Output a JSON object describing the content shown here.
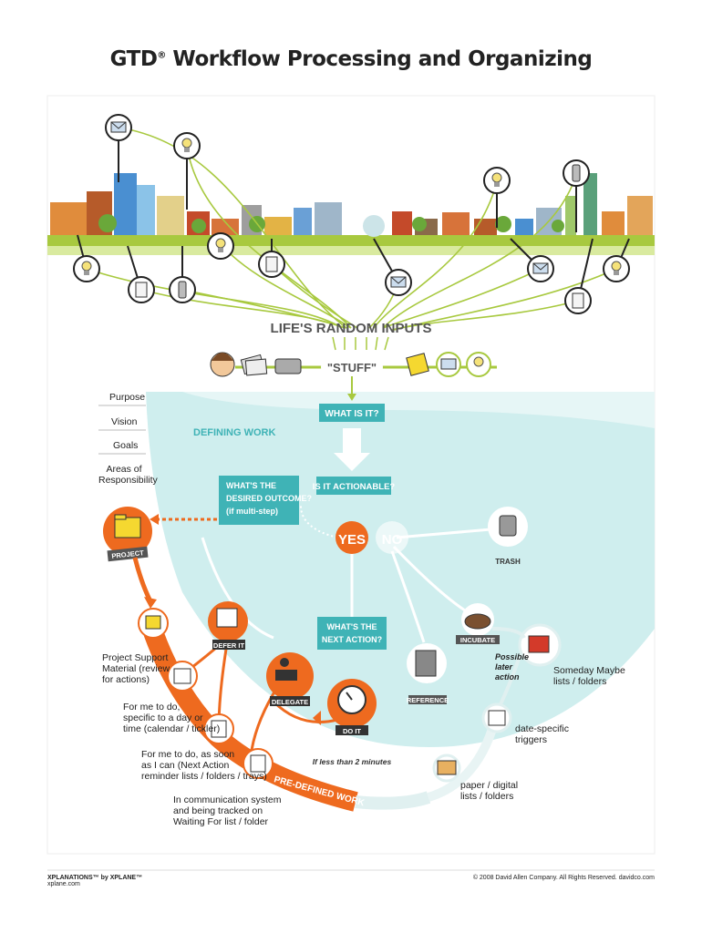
{
  "title": "GTD",
  "title_sup": "®",
  "title_rest": " Workflow Processing and Organizing",
  "banner_inputs": "LIFE'S RANDOM INPUTS",
  "stuff": "\"STUFF\"",
  "what_is_it": "WHAT IS IT?",
  "defining_work": "DEFINING WORK",
  "is_it_actionable": "IS IT ACTIONABLE?",
  "desired_outcome": [
    "WHAT'S THE",
    "DESIRED OUTCOME?",
    "(if multi-step)"
  ],
  "yes": "YES",
  "no": "NO",
  "trash": "TRASH",
  "project": "PROJECT",
  "next_action": [
    "WHAT'S THE",
    "NEXT ACTION?"
  ],
  "defer_it": "DEFER IT",
  "delegate": "DELEGATE",
  "do_it": "DO IT",
  "incubate": "INCUBATE",
  "reference": "REFERENCE",
  "pre_defined_work": "PRE-DEFINED WORK",
  "if_less": "If less than 2 minutes",
  "horizons": [
    "Purpose",
    "Vision",
    "Goals",
    "Areas of",
    "Responsibility"
  ],
  "project_support": [
    "Project Support",
    "Material (review",
    "for actions)"
  ],
  "calendar": [
    "For me to do,",
    "specific to a day or",
    "time (calendar / tickler)"
  ],
  "next_action_lists": [
    "For me to do, as soon",
    "as I can (Next Action",
    "reminder lists / folders / trays)"
  ],
  "waiting_for": [
    "In communication system",
    "and being tracked on",
    "Waiting For list / folder"
  ],
  "possible_later": [
    "Possible",
    "later",
    "action"
  ],
  "someday": [
    "Someday Maybe",
    "lists / folders"
  ],
  "date_specific": [
    "date-specific",
    "triggers"
  ],
  "paper_digital": [
    "paper / digital",
    "lists / folders"
  ],
  "footer_left_brand": "XPLANATIONS™ by XPLANE™",
  "footer_left_url": "xplane.com",
  "footer_right": "© 2008 David Allen Company. All Rights Reserved. davidco.com",
  "colors": {
    "orange": "#ee6a1f",
    "teal": "#3fb3b6",
    "lightteal": "#cdecec",
    "green": "#9cc43a",
    "darkgray": "#555555"
  }
}
